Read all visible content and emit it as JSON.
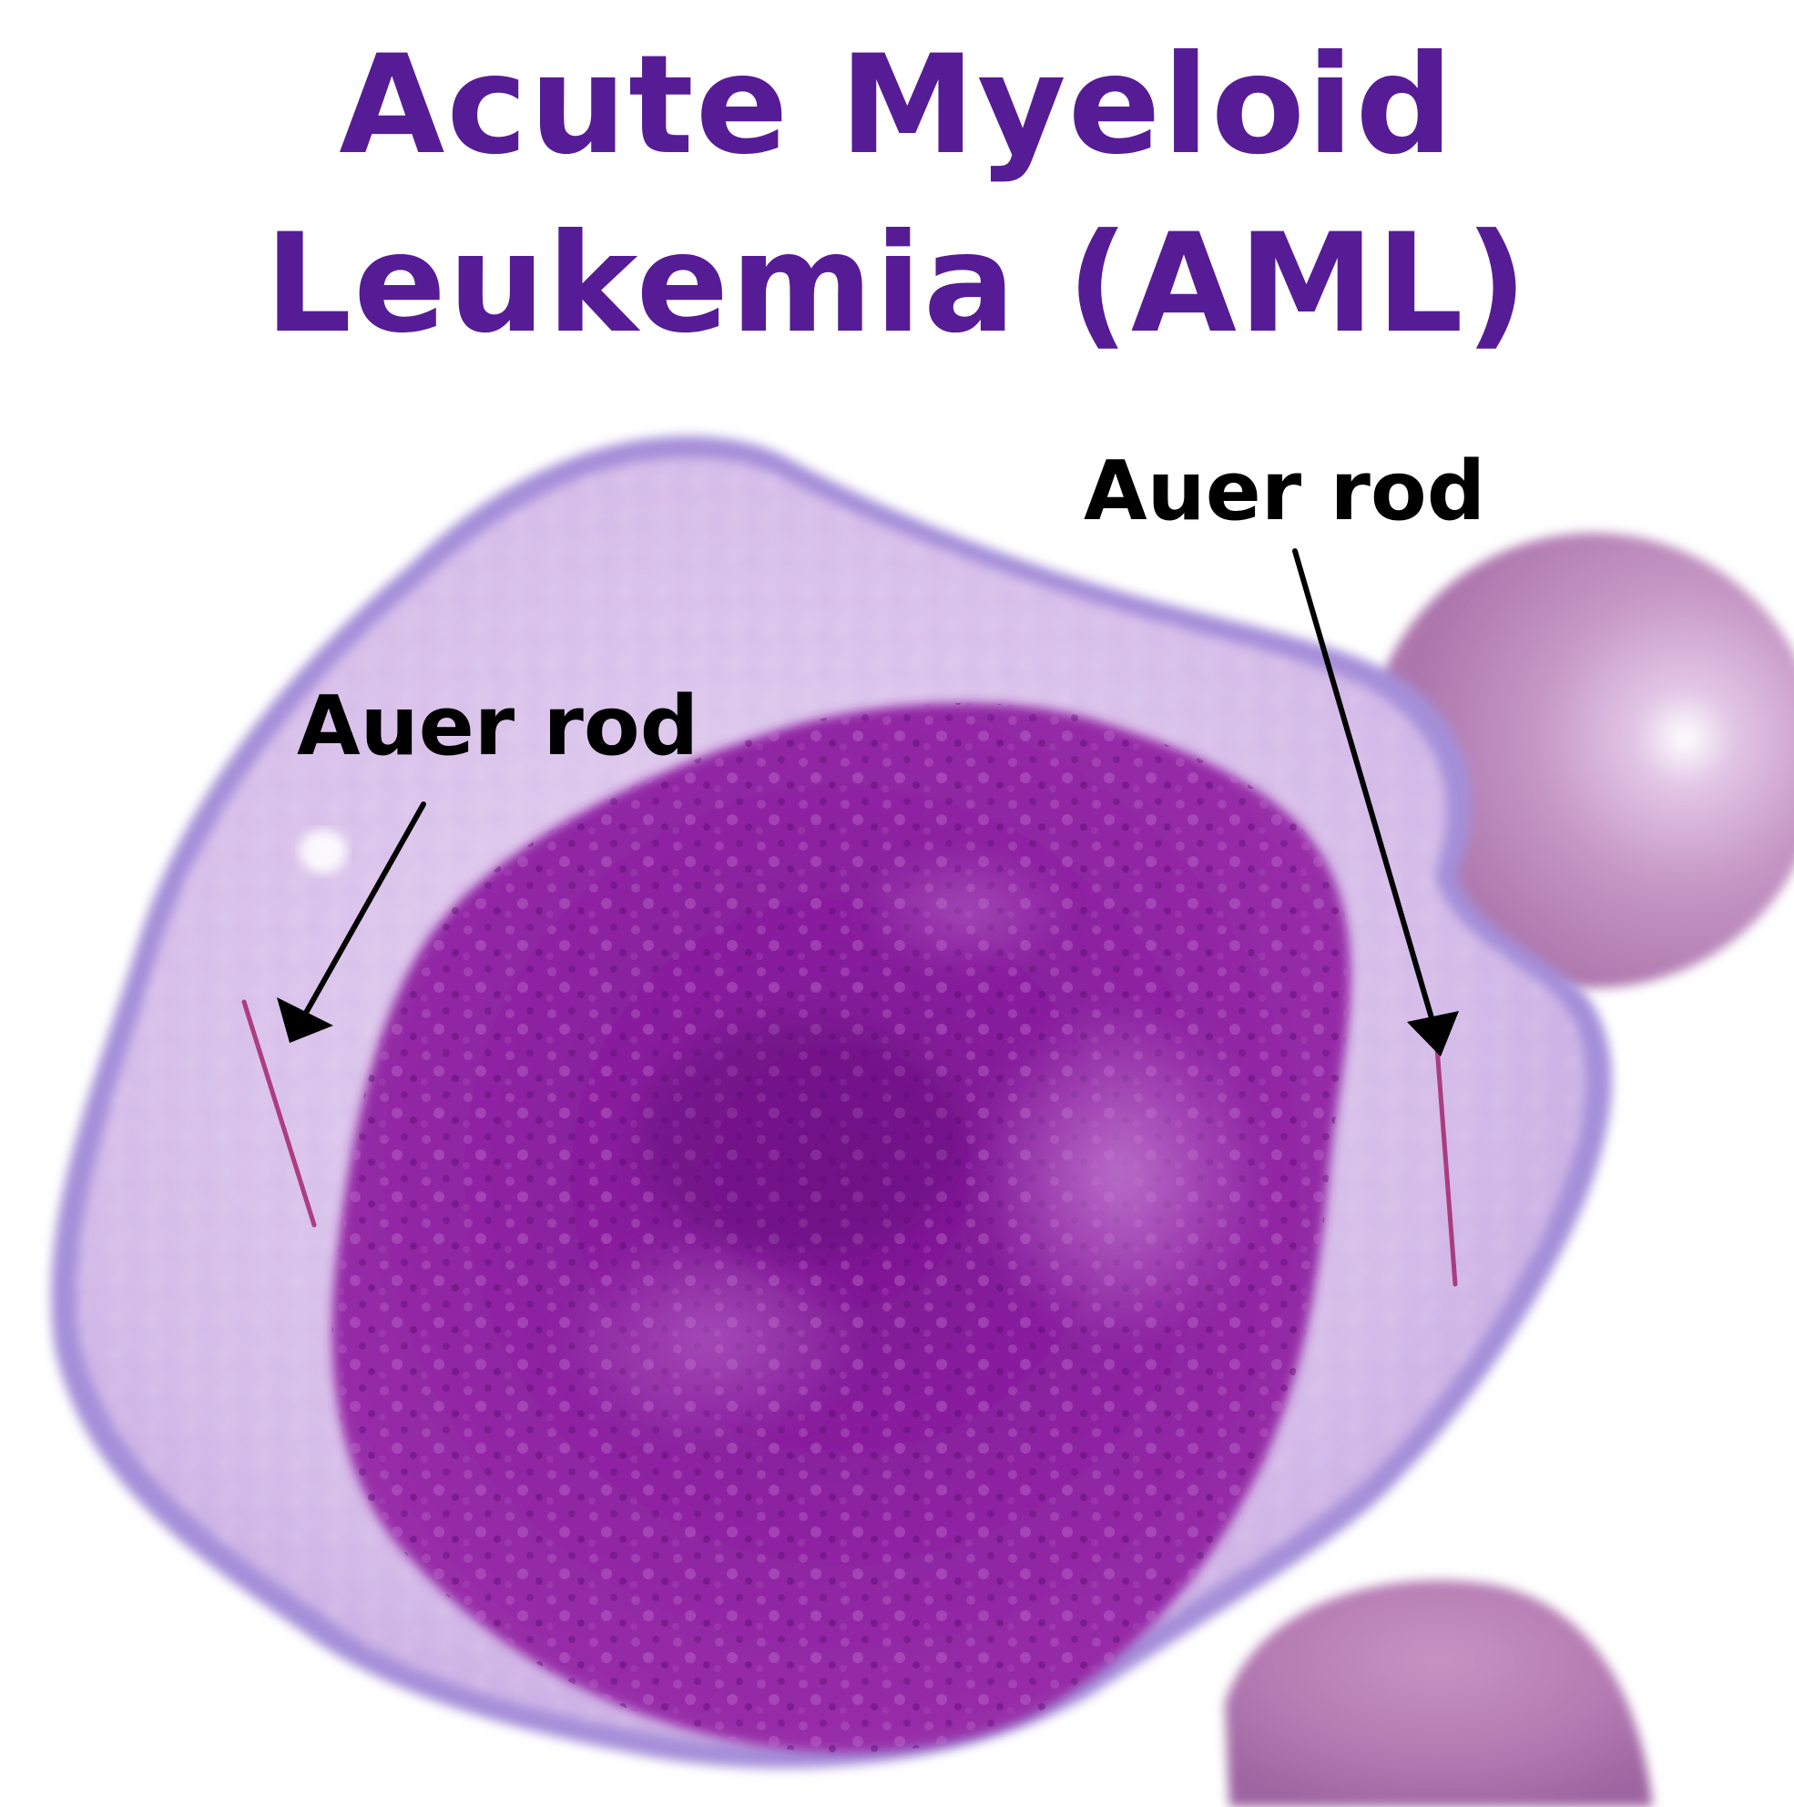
{
  "title": {
    "line1": "Acute Myeloid",
    "line2": "Leukemia (AML)",
    "color": "#561c96"
  },
  "annotations": [
    {
      "label": "Auer rod"
    },
    {
      "label": "Auer rod"
    }
  ],
  "colors": {
    "cytoplasm": "#d9c2ea",
    "cell_membrane": "#9c86d6",
    "nucleus": "#8a1f9c",
    "nucleus_dark": "#6a0f7f",
    "red_cell": "#b47ab2",
    "auer_rod": "#a3276f",
    "arrow": "#000000"
  }
}
